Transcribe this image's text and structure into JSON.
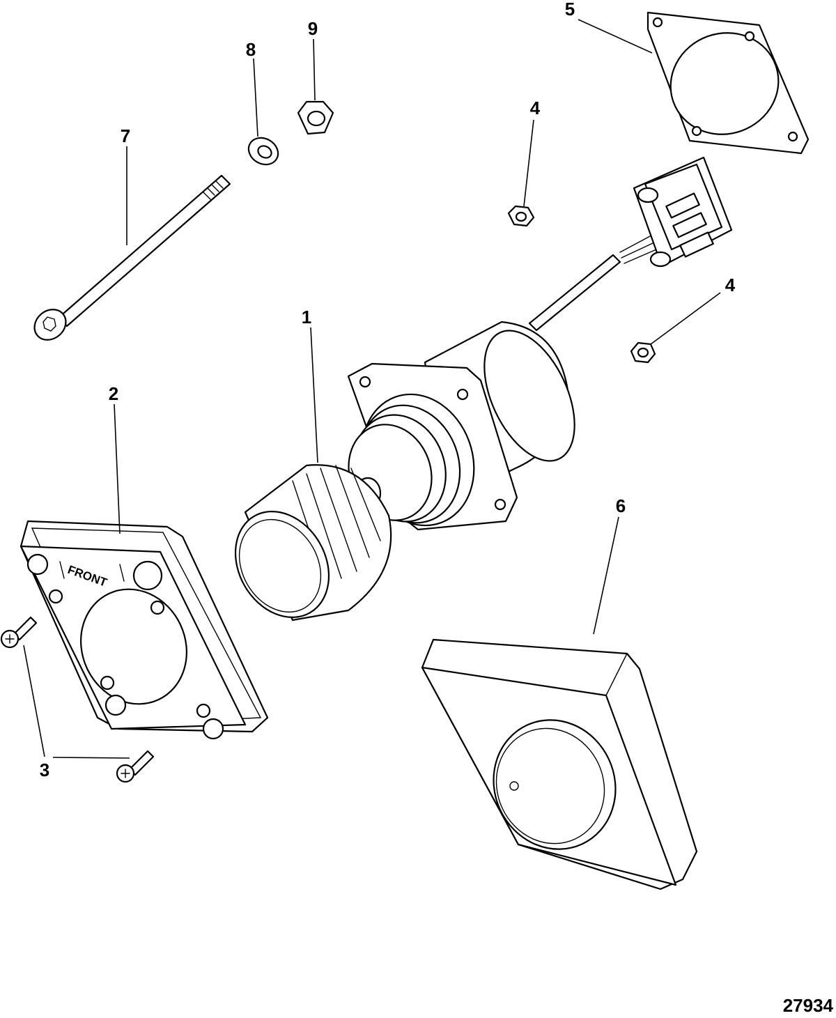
{
  "figure_number": "27934",
  "front_marking": "FRONT",
  "callouts": {
    "c1": "1",
    "c2": "2",
    "c3": "3",
    "c4a": "4",
    "c4b": "4",
    "c5": "5",
    "c6": "6",
    "c7": "7",
    "c8": "8",
    "c9": "9"
  }
}
